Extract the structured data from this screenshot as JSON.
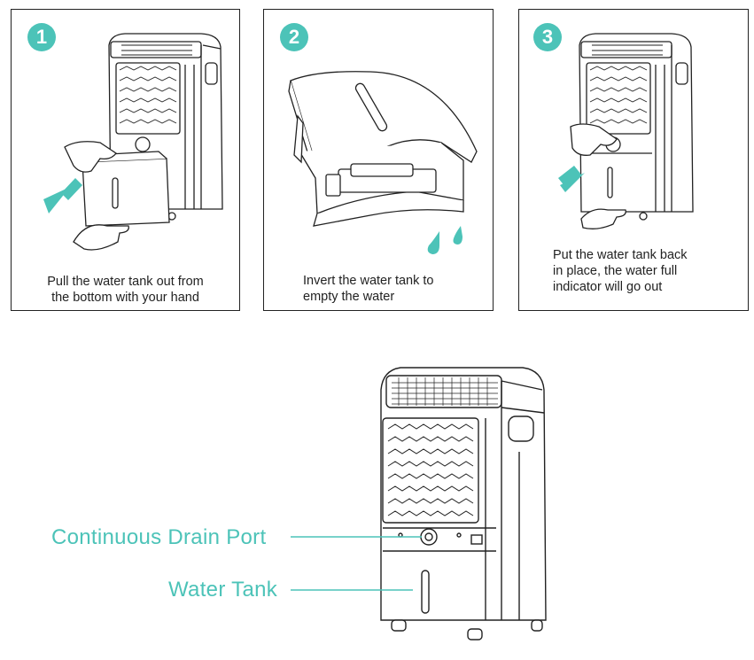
{
  "steps": [
    {
      "number": "1",
      "caption_lines": [
        "Pull the water tank out from",
        "the bottom with your hand"
      ]
    },
    {
      "number": "2",
      "caption_lines": [
        "Invert the water tank to",
        "empty the water"
      ]
    },
    {
      "number": "3",
      "caption_lines": [
        "Put the water tank back",
        "in place, the water full",
        "indicator will go out"
      ]
    }
  ],
  "callouts": {
    "drain_port": "Continuous Drain Port",
    "water_tank": "Water Tank"
  },
  "colors": {
    "accent": "#4cc3b8",
    "line": "#222222"
  },
  "icons": [
    "arrow-pull-icon",
    "arrow-push-icon",
    "water-drop-icon",
    "hand-icon"
  ]
}
